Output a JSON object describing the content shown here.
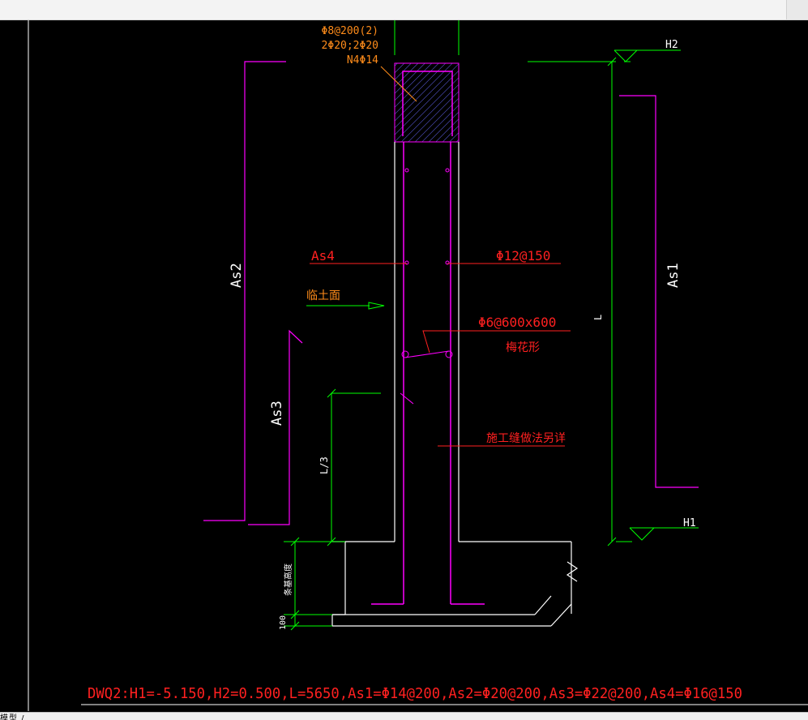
{
  "drawing": {
    "rebar_callout": {
      "line1": "Φ8@200(2)",
      "line2": "2Φ20;2Φ20",
      "line3": "N4Φ14"
    },
    "labels": {
      "h2": "H2",
      "h1": "H1",
      "as1": "As1",
      "as2": "As2",
      "as3": "As3",
      "as4": "As4",
      "l": "L",
      "l3": "L/3",
      "soil_face": "临土面",
      "horizontal_bar": "Φ12@150",
      "tie_bar": "Φ6@600x600",
      "quincunx": "梅花形",
      "construction_joint": "施工缝做法另详",
      "strip_footing_height": "条基高度",
      "dim_100": "100"
    },
    "caption": "DWQ2:H1=-5.150,H2=0.500,L=5650,As1=Φ14@200,As2=Φ20@200,As3=Φ22@200,As4=Φ16@150",
    "bottom_tab": "模型 /"
  },
  "colors": {
    "background": "#000000",
    "wall_outline": "#ffffff",
    "rebar": "#ff00ff",
    "dimension": "#00ff00",
    "red_text": "#ff2020",
    "orange_text": "#ff8c1a",
    "hatch": "#7070ff"
  }
}
